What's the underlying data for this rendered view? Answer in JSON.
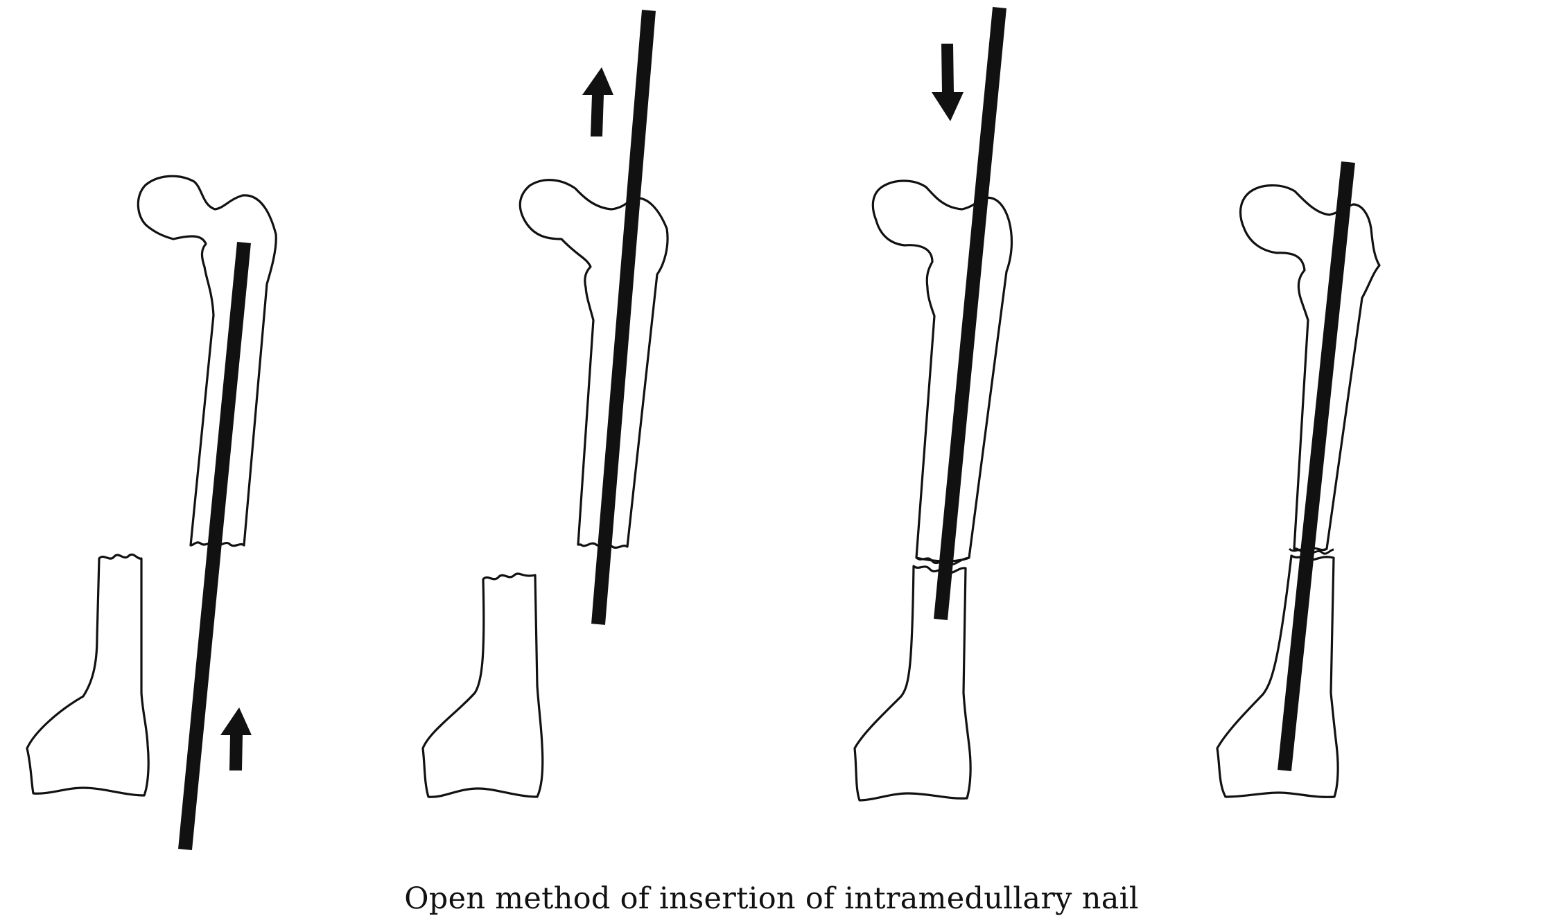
{
  "figure": {
    "caption": "Open method of insertion of intramedullary nail",
    "panels": [
      {
        "step": 1,
        "arrow": "up",
        "fragments": "separated"
      },
      {
        "step": 2,
        "arrow": "up",
        "fragments": "separated"
      },
      {
        "step": 3,
        "arrow": "down",
        "fragments": "reduced"
      },
      {
        "step": 4,
        "arrow": "none",
        "fragments": "fixed"
      }
    ],
    "colors": {
      "ink": "#111111",
      "paper": "#ffffff"
    }
  }
}
